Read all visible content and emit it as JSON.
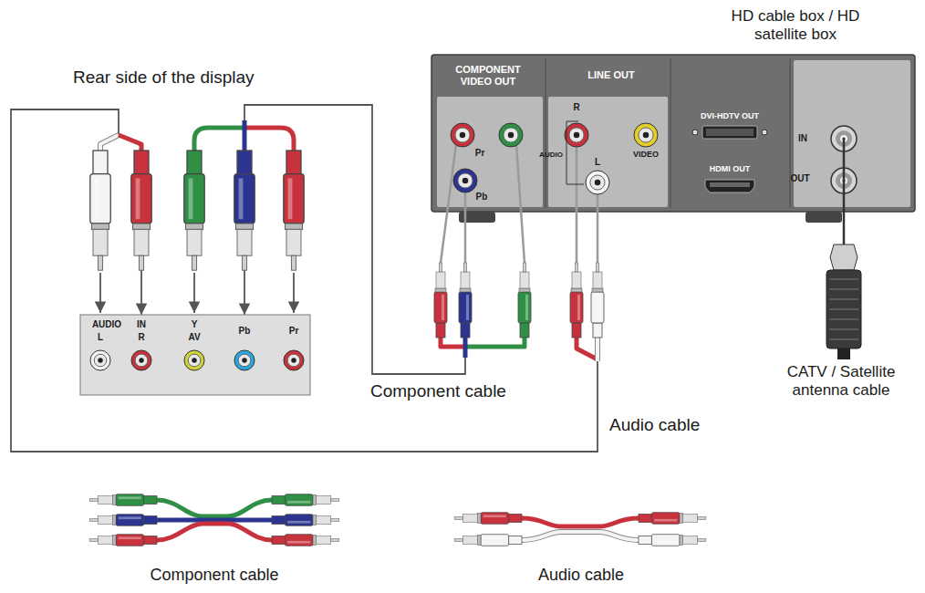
{
  "diagram": {
    "nodes": [
      {
        "text": [
          "HD cable box / HD satellite box",
          "COMPONENT VIDEO OUT",
          "LINE OUT",
          "Pr",
          "Pb",
          "R",
          "AUDIO",
          "L",
          "VIDEO",
          "DVI-HDTV OUT",
          "HDMI OUT",
          "IN",
          "OUT"
        ]
      },
      {
        "text": [
          "AUDIO",
          "IN",
          "L",
          "R",
          "Y",
          "AV",
          "Pb",
          "Pr"
        ]
      }
    ],
    "edges": [
      {
        "from": 0,
        "to": 1,
        "arrow": "to",
        "label": "Component cable"
      },
      {
        "from": 0,
        "to": 1,
        "arrow": "to",
        "label": "Audio cable"
      }
    ],
    "labels": [
      "Rear side of the display",
      "CATV / Satellite antenna cable",
      "Component cable",
      "Audio cable"
    ]
  }
}
